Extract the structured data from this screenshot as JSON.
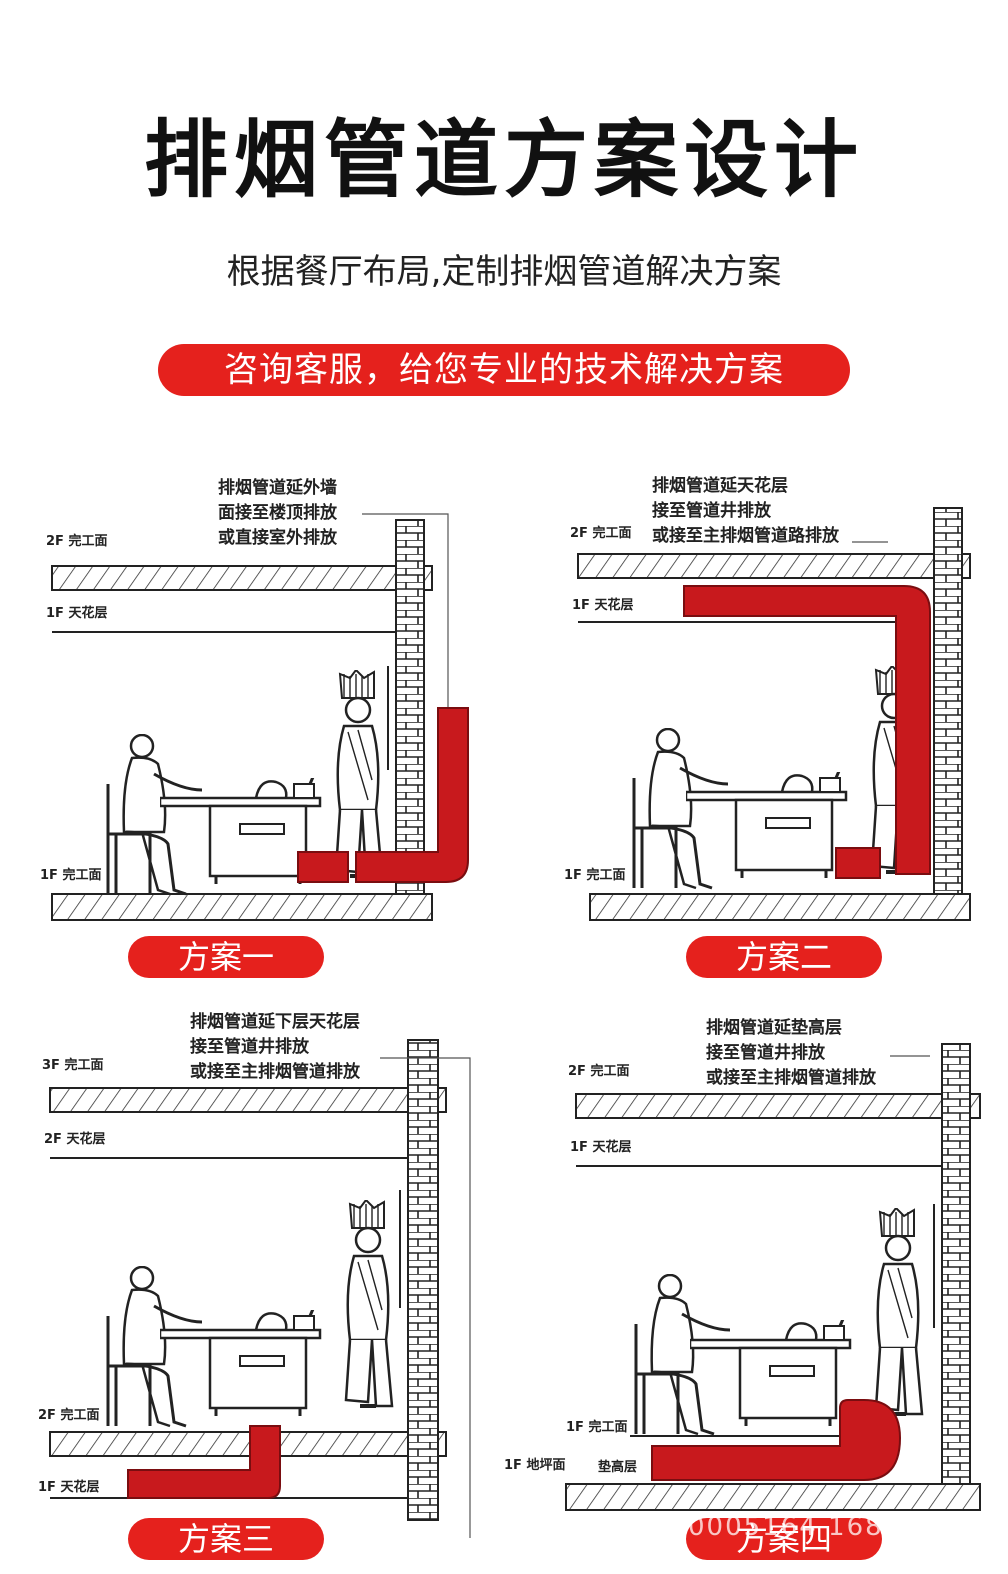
{
  "header": {
    "title": "排烟管道方案设计",
    "subtitle": "根据餐厅布局,定制排烟管道解决方案",
    "banner": "咨询客服，给您专业的技术解决方案"
  },
  "colors": {
    "accent": "#e5211d",
    "duct": "#c8191d",
    "line": "#333333"
  },
  "plans": [
    {
      "label": "方案一",
      "note": [
        "排烟管道延外墙",
        "面接至楼顶排放",
        "或直接室外排放"
      ],
      "levels": {
        "upper_finish": "2F 完工面",
        "ceiling": "1F 天花层",
        "floor_finish": "1F 完工面"
      }
    },
    {
      "label": "方案二",
      "note": [
        "排烟管道延天花层",
        "接至管道井排放",
        "或接至主排烟管道路排放"
      ],
      "levels": {
        "upper_finish": "2F 完工面",
        "ceiling": "1F 天花层",
        "floor_finish": "1F 完工面"
      }
    },
    {
      "label": "方案三",
      "note": [
        "排烟管道延下层天花层",
        "接至管道井排放",
        "或接至主排烟管道排放"
      ],
      "levels": {
        "upper_finish": "3F 完工面",
        "ceiling": "2F 天花层",
        "floor_finish": "2F 完工面",
        "lower_ceiling": "1F 天花层"
      }
    },
    {
      "label": "方案四",
      "note": [
        "排烟管道延垫高层",
        "接至管道井排放",
        "或接至主排烟管道排放"
      ],
      "levels": {
        "upper_finish": "2F 完工面",
        "ceiling": "1F 天花层",
        "floor_finish": "1F 完工面",
        "base_floor": "1F 地坪面",
        "raised_layer": "垫高层"
      }
    }
  ],
  "watermark": "0005164 168"
}
